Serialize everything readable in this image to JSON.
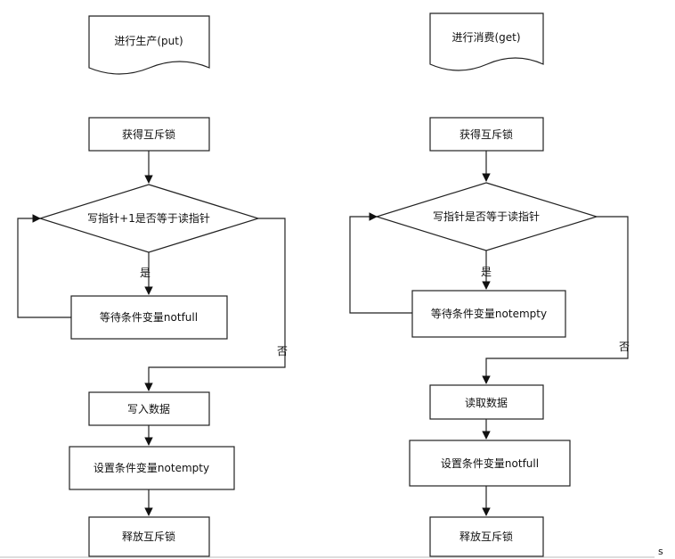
{
  "left_flow": {
    "start": "进行生产(put)",
    "lock": "获得互斥锁",
    "decision": "写指针+1是否等于读指针",
    "yes_label": "是",
    "wait": "等待条件变量notfull",
    "no_label": "否",
    "write": "写入数据",
    "set_cond": "设置条件变量notempty",
    "release": "释放互斥锁"
  },
  "right_flow": {
    "start": "进行消费(get)",
    "lock": "获得互斥锁",
    "decision": "写指针是否等于读指针",
    "yes_label": "是",
    "wait": "等待条件变量notempty",
    "no_label": "否",
    "read": "读取数据",
    "set_cond": "设置条件变量notfull",
    "release": "释放互斥锁"
  },
  "corner_letter": "s"
}
